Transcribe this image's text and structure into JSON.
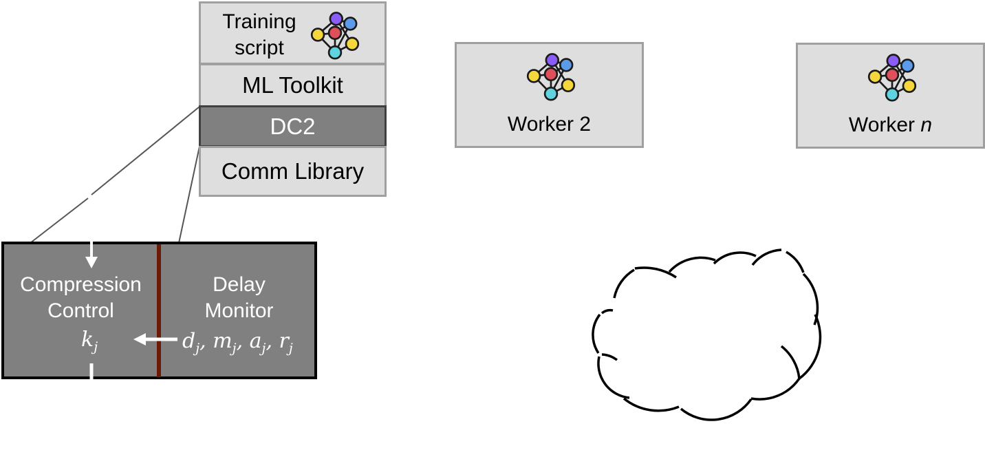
{
  "worker1_stack": {
    "training_script": {
      "line1": "Training",
      "line2": "script",
      "icon": "neural-network-icon"
    },
    "ml_toolkit": "ML Toolkit",
    "dc2": "DC2",
    "comm_library": "Comm Library"
  },
  "workers": [
    {
      "label": "Worker 2",
      "label_prefix": "Worker ",
      "label_suffix": "2",
      "icon": "neural-network-icon"
    },
    {
      "label": "Worker n",
      "label_prefix": "Worker ",
      "label_suffix": "n",
      "icon": "neural-network-icon"
    }
  ],
  "dc2_detail": {
    "left_module": {
      "line1": "Compression",
      "line2": "Control",
      "variable": "k",
      "subscript": "j"
    },
    "right_module": {
      "line1": "Delay",
      "line2": "Monitor",
      "variables": [
        {
          "var": "d",
          "sub": "j",
          "sep": ", "
        },
        {
          "var": "m",
          "sub": "j",
          "sep": ", "
        },
        {
          "var": "a",
          "sub": "j",
          "sep": ", "
        },
        {
          "var": "r",
          "sub": "j",
          "sep": ""
        }
      ]
    }
  },
  "network": {
    "shape": "cloud",
    "label": ""
  },
  "colors": {
    "layer_fill": "#dedede",
    "layer_border": "#a0a0a0",
    "dc2_fill": "#808080",
    "dc2_border": "#404040",
    "divider": "#6b1a06",
    "node_purple": "#8b5cf6",
    "node_blue": "#5b9bea",
    "node_red": "#e0505a",
    "node_yellow": "#f5d63d",
    "node_cyan": "#5fd3e0"
  }
}
